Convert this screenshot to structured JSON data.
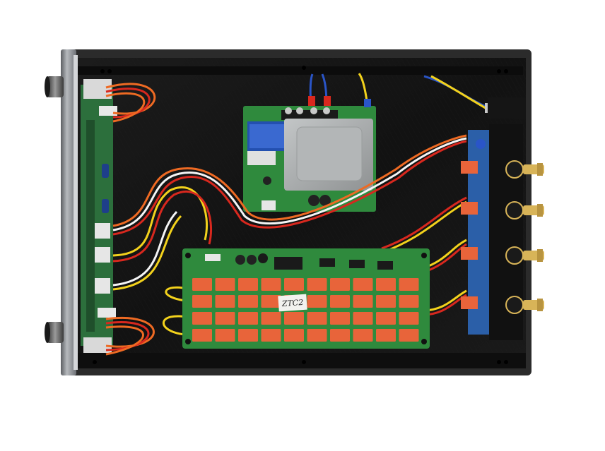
{
  "photo": {
    "subject": "",
    "colors": {
      "background": "#ffffff",
      "chassis": "#121212",
      "chassis_edge": "#3a3a3a",
      "front_panel": "#8a8d91",
      "pcb_green": "#2f8a3d",
      "relay_orange": "#e8643a",
      "transformer": "#a9acad",
      "wire_red": "#d8281e",
      "wire_yellow": "#f3d21c",
      "wire_orange": "#ee6a23",
      "wire_blue": "#2a55c8",
      "gold": "#d8b458"
    },
    "relay_board": {
      "rows": 4,
      "relays_per_row": 10
    },
    "output_jacks": {
      "rca_count": 4
    },
    "handwritten_note": "ZTC2"
  }
}
